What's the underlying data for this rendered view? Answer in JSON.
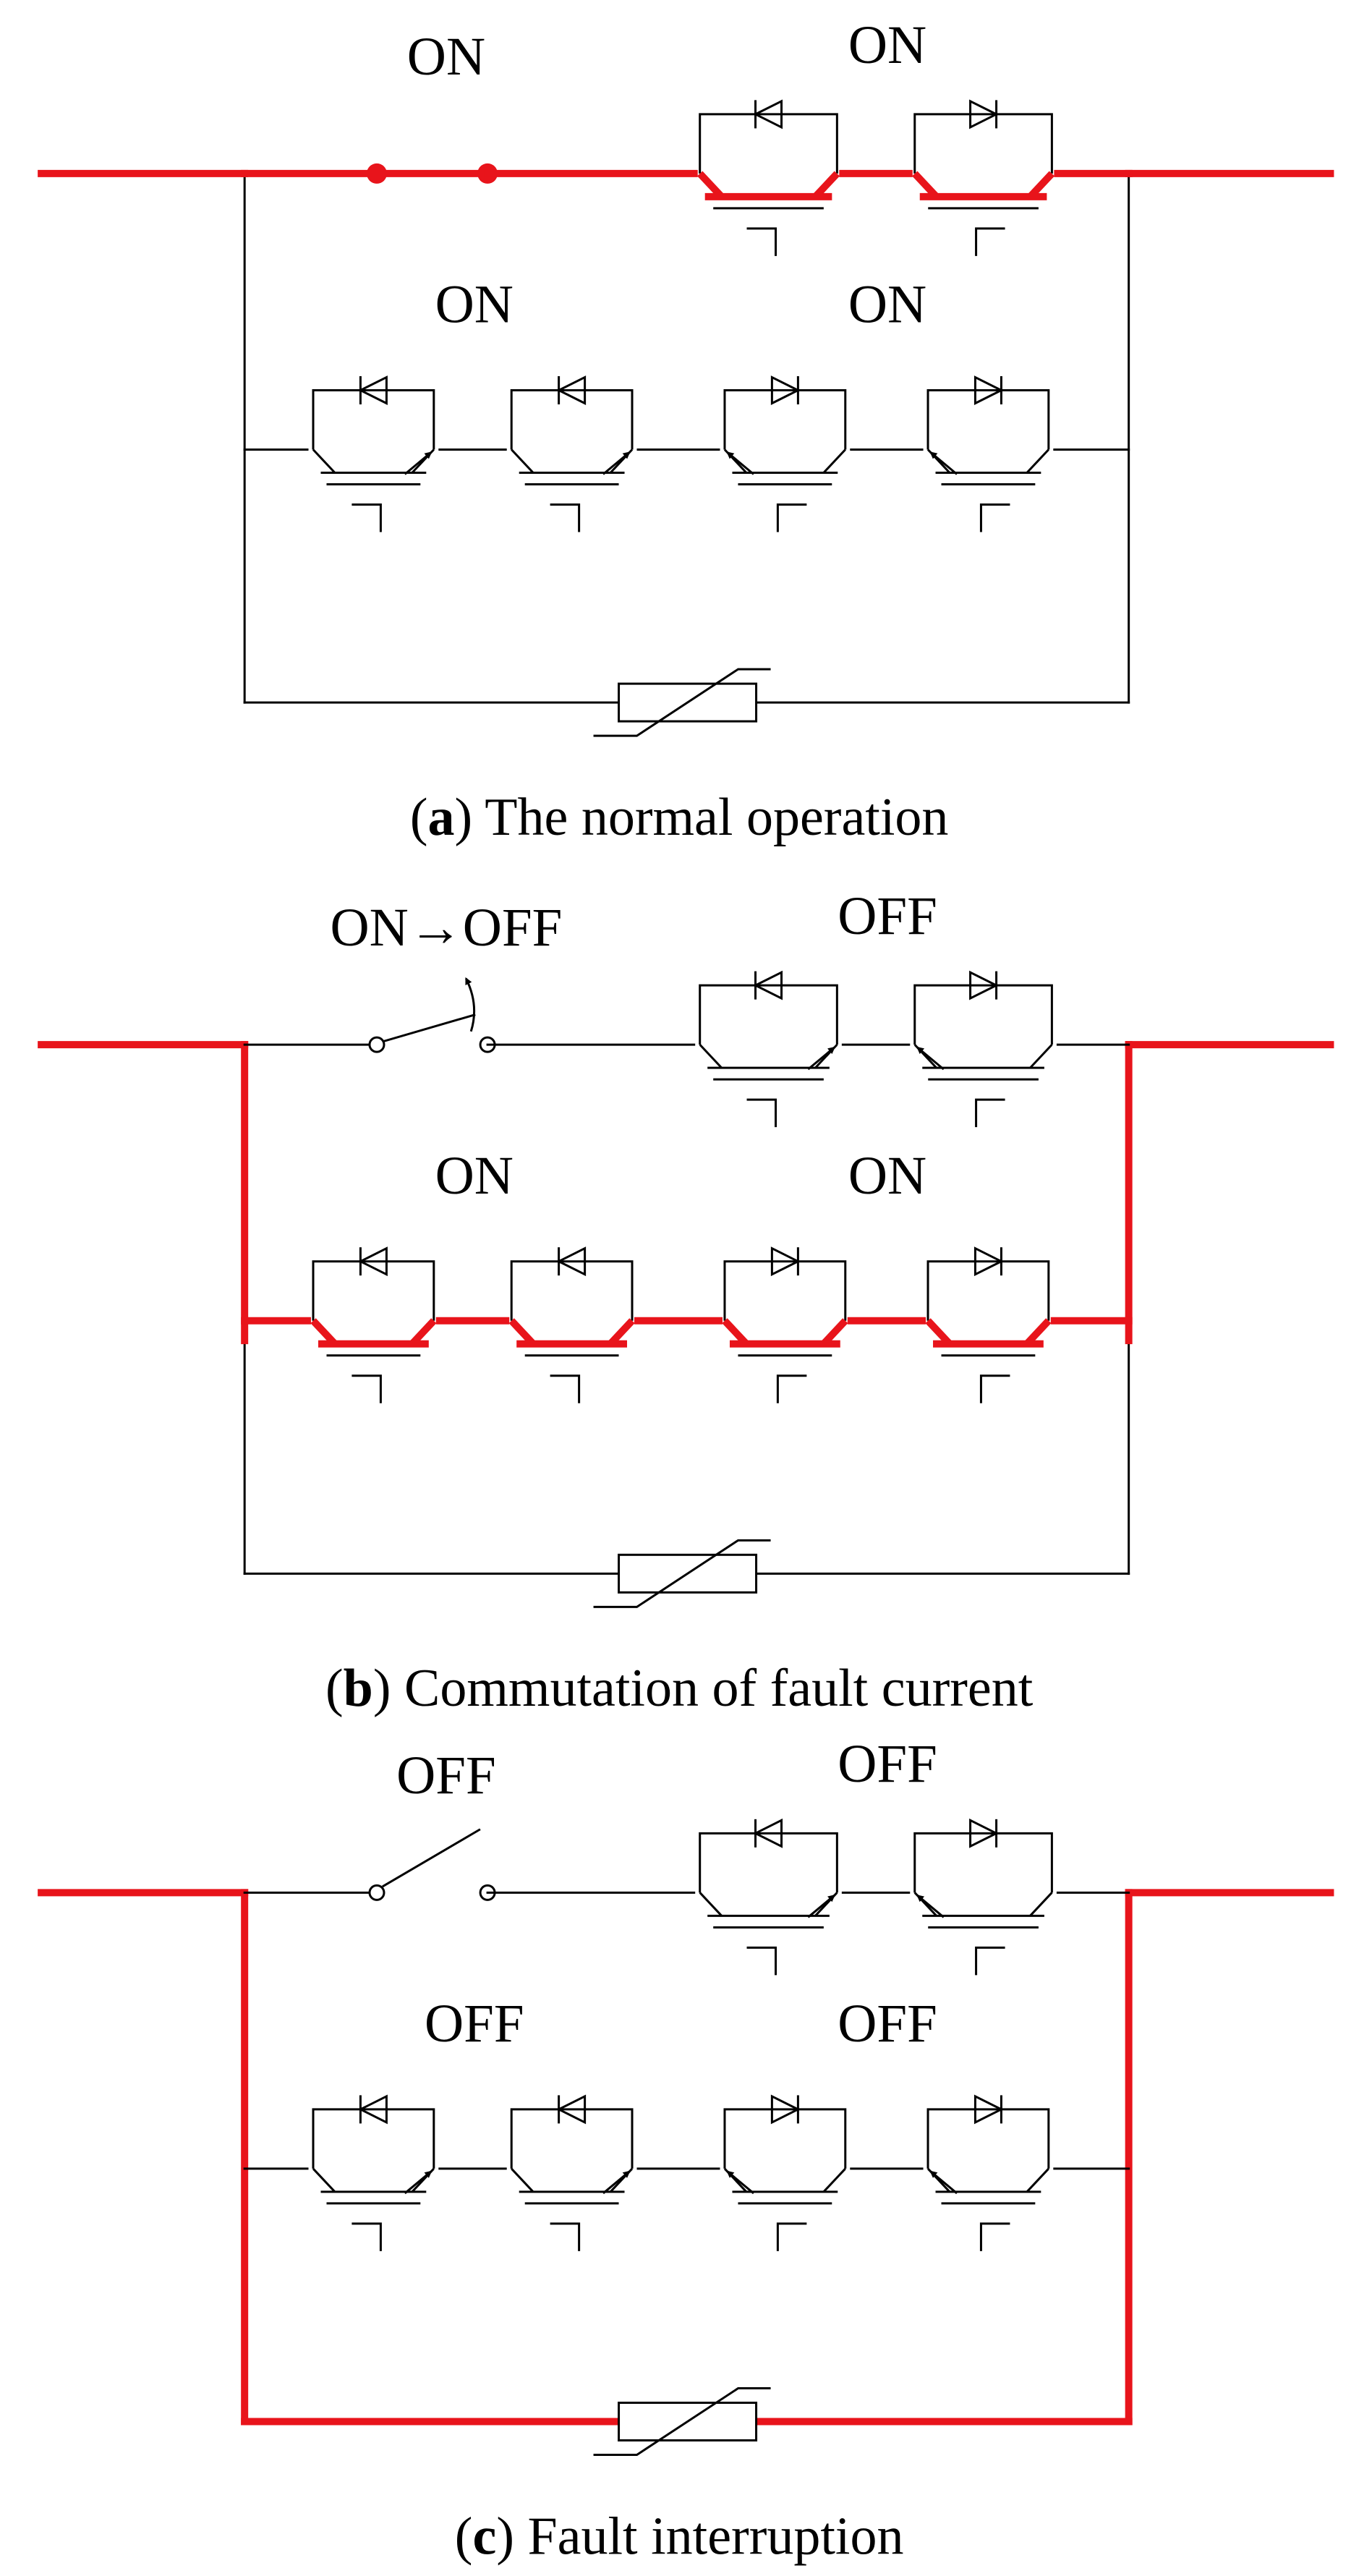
{
  "colors": {
    "current_path": "#e8141b",
    "wire": "#000000",
    "background": "#ffffff"
  },
  "panels": [
    {
      "id": "a",
      "caption_letter": "a",
      "caption_text": " The normal operation",
      "switch_label": "ON",
      "top_igbt_label": "ON",
      "left_pair_label": "ON",
      "right_pair_label": "ON",
      "switch_state": "closed",
      "current_path": "main-branch"
    },
    {
      "id": "b",
      "caption_letter": "b",
      "caption_text": " Commutation of fault current",
      "switch_label": "ON→OFF",
      "top_igbt_label": "OFF",
      "left_pair_label": "ON",
      "right_pair_label": "ON",
      "switch_state": "opening",
      "current_path": "igbt-branch"
    },
    {
      "id": "c",
      "caption_letter": "c",
      "caption_text": " Fault interruption",
      "switch_label": "OFF",
      "top_igbt_label": "OFF",
      "left_pair_label": "OFF",
      "right_pair_label": "OFF",
      "switch_state": "open",
      "current_path": "varistor-branch"
    }
  ]
}
